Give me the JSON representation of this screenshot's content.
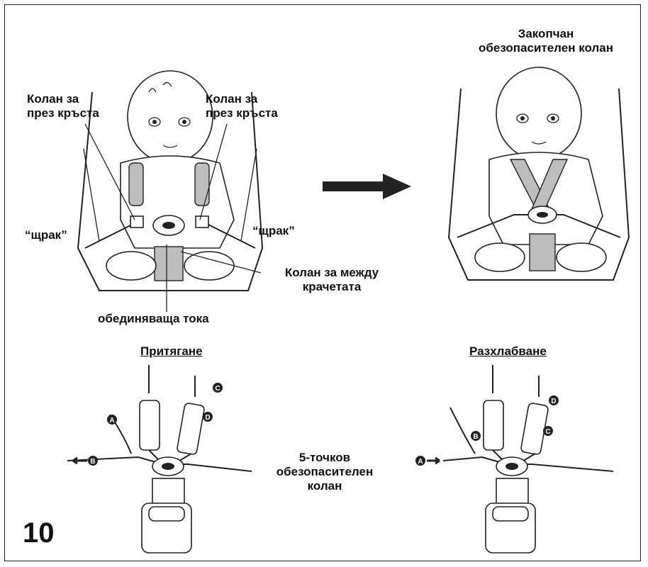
{
  "top": {
    "label_waist_left": "Колан за\nпрез кръста",
    "label_waist_right": "Колан за\nпрез кръста",
    "label_click_left": "“щрак”",
    "label_click_right": "“щрак”",
    "label_crotch": "Колан за между\nкрачетата",
    "label_buckle": "обединяваща тока",
    "label_buckled": "Закопчан\nобезопасителен колан"
  },
  "bottom": {
    "heading_tighten": "Притягане",
    "heading_loosen": "Разхлабване",
    "center_label": "5-точков\nобезопасителен\nколан",
    "markers": [
      "A",
      "B",
      "C",
      "D"
    ]
  },
  "page_number": "10",
  "icons": [
    "baby-in-seat-illustration",
    "right-arrow-icon",
    "harness-diagram"
  ]
}
